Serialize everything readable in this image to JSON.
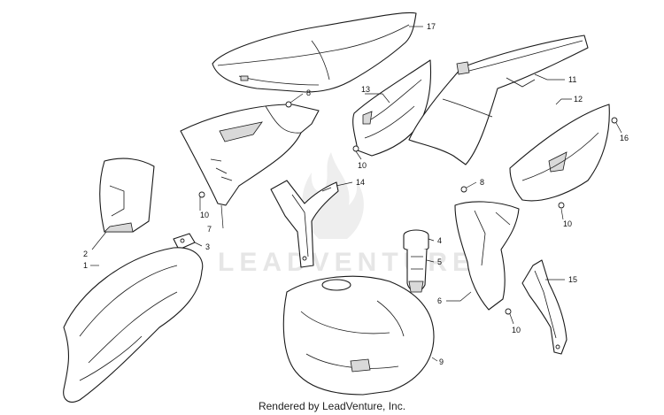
{
  "watermark": {
    "text": "LEADVENTURE"
  },
  "footer": {
    "credit": "Rendered by LeadVenture, Inc."
  },
  "callouts": {
    "c1": "1",
    "c2": "2",
    "c3": "3",
    "c4": "4",
    "c5": "5",
    "c6": "6",
    "c7": "7",
    "c8a": "8",
    "c8b": "8",
    "c9": "9",
    "c10a": "10",
    "c10b": "10",
    "c10c": "10",
    "c10d": "10",
    "c11": "11",
    "c12": "12",
    "c13": "13",
    "c14": "14",
    "c15": "15",
    "c16": "16",
    "c17": "17"
  }
}
